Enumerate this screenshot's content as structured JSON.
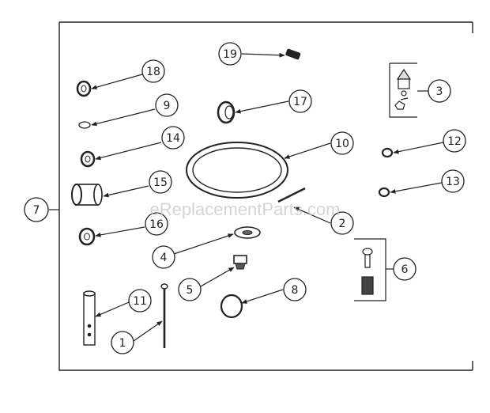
{
  "watermark": "eReplacementParts.com",
  "callouts": {
    "c1": "1",
    "c2": "2",
    "c3": "3",
    "c4": "4",
    "c5": "5",
    "c6": "6",
    "c7": "7",
    "c8": "8",
    "c9": "9",
    "c10": "10",
    "c11": "11",
    "c12": "12",
    "c13": "13",
    "c14": "14",
    "c15": "15",
    "c16": "16",
    "c17": "17",
    "c18": "18",
    "c19": "19"
  }
}
